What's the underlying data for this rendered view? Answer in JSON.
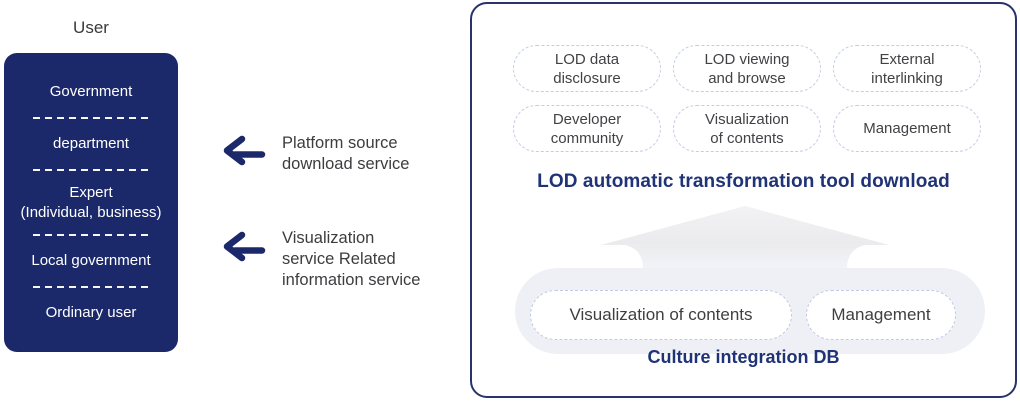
{
  "user_section": {
    "title": "User",
    "groups": [
      "Government",
      "department",
      "Expert\n(Individual, business)",
      "Local government",
      "Ordinary user"
    ]
  },
  "services": [
    {
      "label": "Platform source\ndownload service"
    },
    {
      "label": "Visualization\nservice Related\ninformation service"
    }
  ],
  "platform": {
    "features": [
      "LOD data\ndisclosure",
      "LOD viewing\nand browse",
      "External\ninterlinking",
      "Developer\ncommunity",
      "Visualization\nof contents",
      "Management"
    ],
    "tool_heading": "LOD automatic transformation tool download",
    "db": {
      "modules": [
        "Visualization of contents",
        "Management"
      ],
      "caption": "Culture integration DB"
    }
  },
  "colors": {
    "navy_box": "#1b296a",
    "panel_border": "#28336e",
    "heading_text": "#203377",
    "pill_dashed_border": "#c7cce6",
    "db_container_bg": "#eef0f6",
    "body_text": "#3d3d40",
    "arrow_gray": "#ededf0"
  }
}
